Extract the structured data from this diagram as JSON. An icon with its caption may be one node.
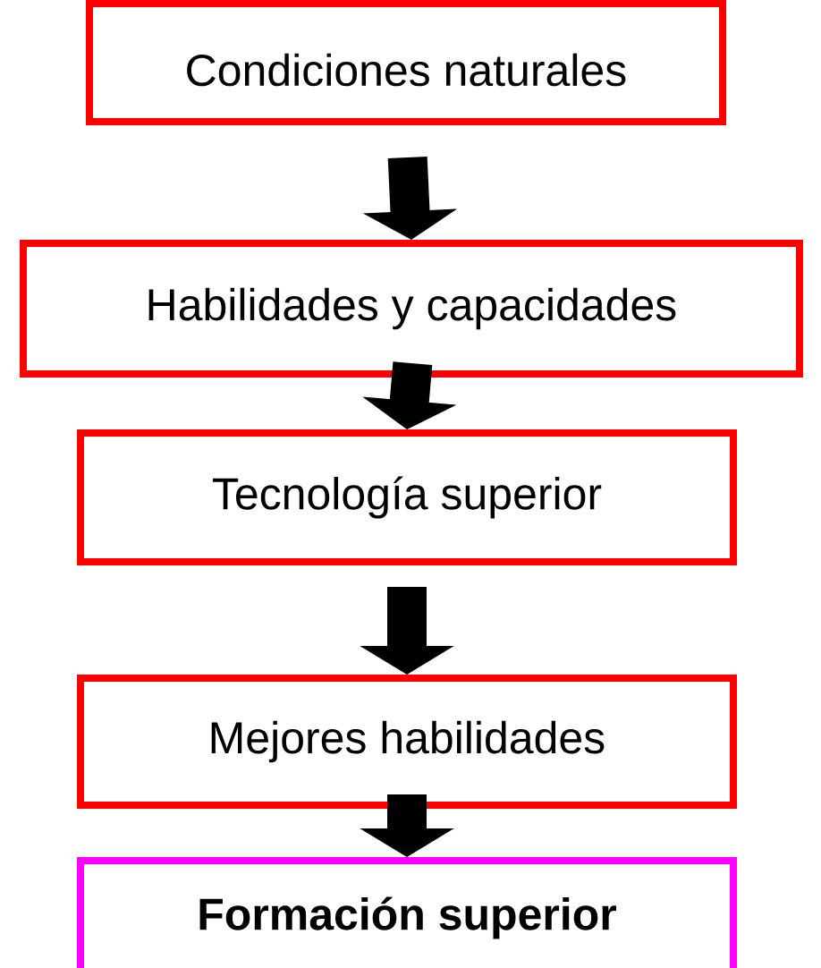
{
  "diagram": {
    "nodes": [
      {
        "text": [
          "Condiciones naturales"
        ]
      },
      {
        "text": [
          "Habilidades y capacidades"
        ]
      },
      {
        "text": [
          "Tecnología superior"
        ]
      },
      {
        "text": [
          "Mejores habilidades"
        ]
      },
      {
        "text": [
          "Formación superior"
        ]
      }
    ],
    "edges": [
      {
        "from": 0,
        "to": 1,
        "arrow": "to"
      },
      {
        "from": 1,
        "to": 2,
        "arrow": "to"
      },
      {
        "from": 2,
        "to": 3,
        "arrow": "to"
      },
      {
        "from": 3,
        "to": 4,
        "arrow": "to"
      }
    ]
  }
}
